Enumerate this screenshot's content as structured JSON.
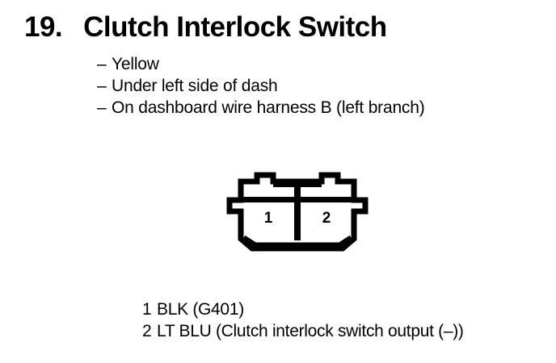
{
  "page": {
    "background_color": "#ffffff",
    "ink_color": "#000000"
  },
  "heading": {
    "number": "19.",
    "title": "Clutch Interlock Switch"
  },
  "bullets": {
    "dash": "–",
    "items": [
      {
        "text": "Yellow"
      },
      {
        "text": "Under left side of dash"
      },
      {
        "text": "On dashboard wire harness B (left branch)"
      }
    ]
  },
  "connector": {
    "name": "2-cavity connector face view",
    "cavities": [
      {
        "number": "1"
      },
      {
        "number": "2"
      }
    ]
  },
  "legend": {
    "rows": [
      {
        "number": "1",
        "text": "BLK (G401)"
      },
      {
        "number": "2",
        "text": "LT BLU (Clutch interlock switch output (–))"
      }
    ]
  }
}
